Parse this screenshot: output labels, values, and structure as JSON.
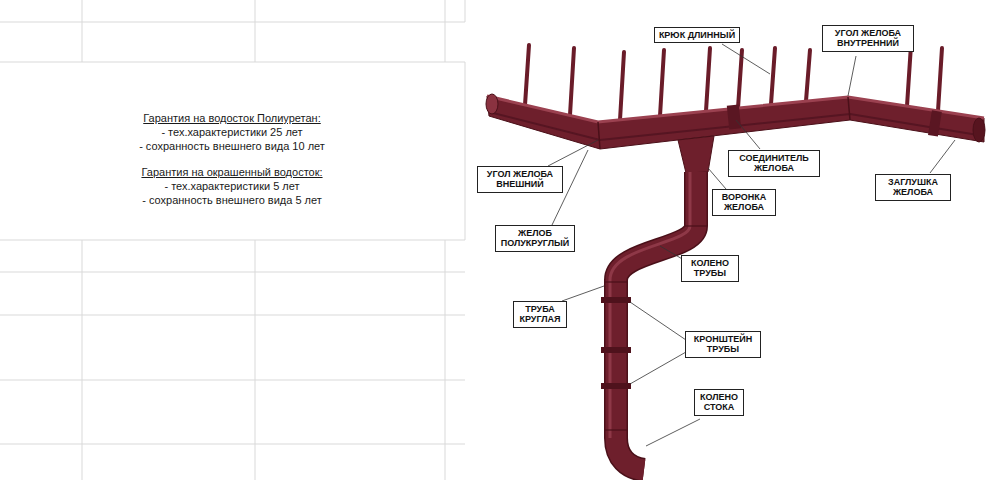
{
  "diagram": {
    "nodes": [
      {
        "text": [
          "КРЮК ДЛИННЫЙ"
        ]
      },
      {
        "text": [
          "УГОЛ ЖЕЛОБА ВНУТРЕННИЙ"
        ]
      },
      {
        "text": [
          "УГОЛ ЖЕЛОБА ВНЕШНИЙ"
        ]
      },
      {
        "text": [
          "СОЕДИНИТЕЛЬ ЖЕЛОБА"
        ]
      },
      {
        "text": [
          "ЗАГЛУШКА ЖЕЛОБА"
        ]
      },
      {
        "text": [
          "ВОРОНКА ЖЕЛОБА"
        ]
      },
      {
        "text": [
          "ЖЕЛОБ ПОЛУКРУГЛЫЙ"
        ]
      },
      {
        "text": [
          "КОЛЕНО ТРУБЫ"
        ]
      },
      {
        "text": [
          "ТРУБА КРУГЛАЯ"
        ]
      },
      {
        "text": [
          "КРОНШТЕЙН ТРУБЫ"
        ]
      },
      {
        "text": [
          "КОЛЕНО СТОКА"
        ]
      }
    ],
    "labels": [
      "Гарантия на водосток Полиуретан:",
      "- тех.характеристики 25 лет",
      "- сохранность внешнего вида 10 лет",
      "Гарантия на окрашенный водосток:",
      "- тех.характеристики 5 лет",
      "- сохранность внешнего вида 5 лет"
    ]
  }
}
